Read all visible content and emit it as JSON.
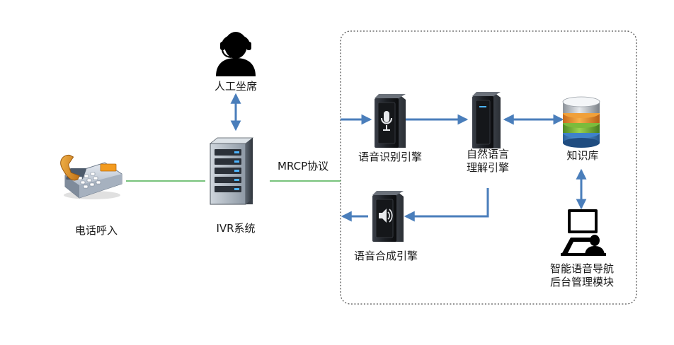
{
  "nodes": {
    "phone": {
      "label": "电话呼入",
      "icon": "telephone-icon"
    },
    "agent": {
      "label": "人工坐席",
      "icon": "agent-headset-icon"
    },
    "ivr": {
      "label": "IVR系统",
      "icon": "server-icon"
    },
    "asr": {
      "label": "语音识别引擎",
      "icon": "microphone-server-icon"
    },
    "nlu": {
      "label_lines": [
        "自然语言",
        "理解引擎"
      ],
      "icon": "server-icon"
    },
    "kb": {
      "label": "知识库",
      "icon": "database-icon"
    },
    "tts": {
      "label": "语音合成引擎",
      "icon": "speaker-server-icon"
    },
    "admin": {
      "label_lines": [
        "智能语音导航",
        "后台管理模块"
      ],
      "icon": "admin-workstation-icon"
    }
  },
  "edges": {
    "protocol_label": "MRCP协议"
  },
  "colors": {
    "arrow": "#4a7ebb",
    "link_line": "#4caf50",
    "border": "#555555",
    "text": "#1a1a1a"
  }
}
